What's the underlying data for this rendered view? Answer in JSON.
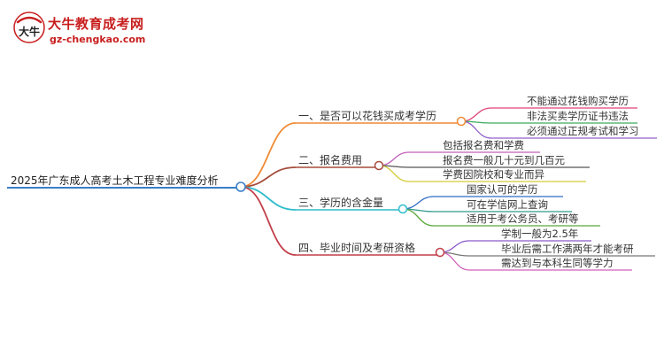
{
  "logo": {
    "mark_text": "大牛",
    "title": "大牛教育成考网",
    "url": "gz-chengkao.com"
  },
  "mindmap": {
    "root": {
      "label": "2025年广东成人高考土木工程专业难度分析",
      "color": "#3a7fc8"
    },
    "branches": [
      {
        "label": "一、是否可以花钱买成考学历",
        "color": "#ef8a35",
        "children": [
          {
            "label": "不能通过花钱购买学历",
            "color": "#e0447a"
          },
          {
            "label": "非法买卖学历证书违法",
            "color": "#3aaa5a"
          },
          {
            "label": "必须通过正规考试和学习",
            "color": "#9060c8"
          }
        ]
      },
      {
        "label": "二、报名费用",
        "color": "#a64c3c",
        "children": [
          {
            "label": "包括报名费和学费",
            "color": "#c25fb8"
          },
          {
            "label": "报名费一般几十元到几百元",
            "color": "#555555"
          },
          {
            "label": "学费因院校和专业而异",
            "color": "#d4cc38"
          }
        ]
      },
      {
        "label": "三、学历的含金量",
        "color": "#2fbccc",
        "children": [
          {
            "label": "国家认可的学历",
            "color": "#2f6cc4"
          },
          {
            "label": "可在学信网上查询",
            "color": "#2e9a8a"
          },
          {
            "label": "适用于考公务员、考研等",
            "color": "#5aa83a"
          }
        ]
      },
      {
        "label": "四、毕业时间及考研资格",
        "color": "#c23f4a",
        "children": [
          {
            "label": "学制一般为2.5年",
            "color": "#8a5ac8"
          },
          {
            "label": "毕业后需工作满两年才能考研",
            "color": "#777777"
          },
          {
            "label": "需达到与本科生同等学力",
            "color": "#d060b8"
          }
        ]
      }
    ]
  }
}
